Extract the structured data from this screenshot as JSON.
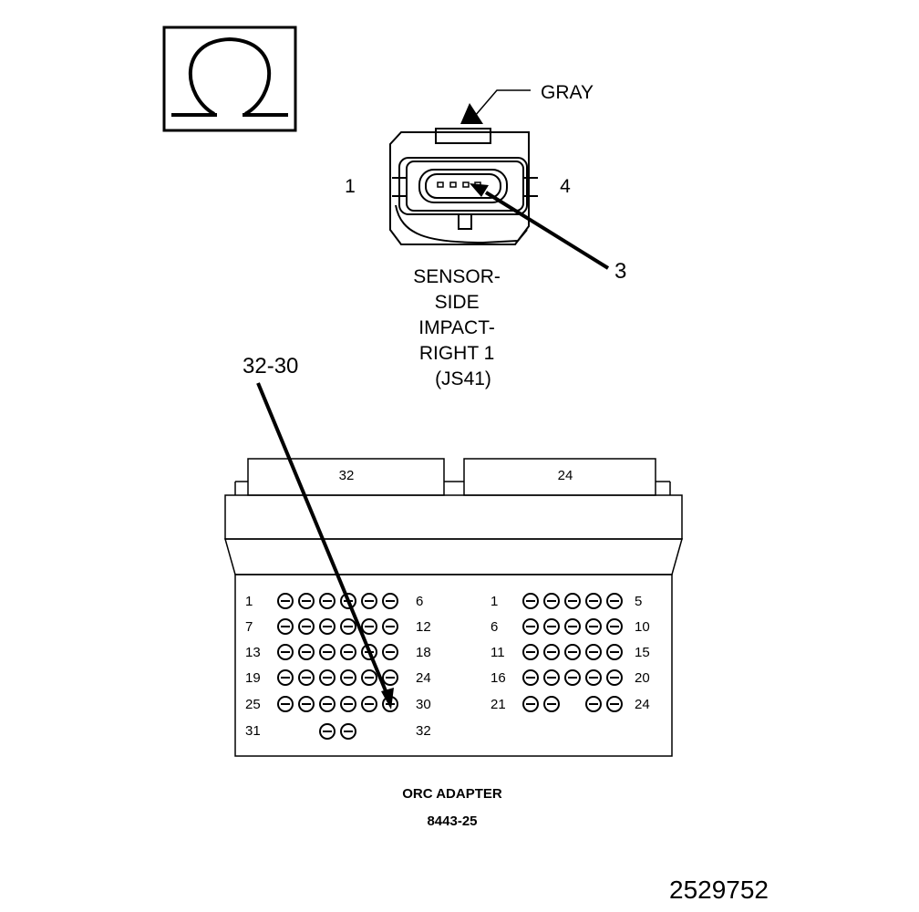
{
  "ohm_symbol": "Ω",
  "wire_color_label": "GRAY",
  "sensor_connector": {
    "left_pin_label": "1",
    "right_pin_label": "4",
    "callout_pin": "3",
    "name_lines": [
      "SENSOR-",
      "SIDE",
      "IMPACT-",
      "RIGHT 1",
      "(JS41)"
    ]
  },
  "adapter_callout": "32-30",
  "adapter": {
    "left_header_label": "32",
    "right_header_label": "24",
    "left_block": {
      "rows": [
        {
          "start": "1",
          "end": "6",
          "pins": 6
        },
        {
          "start": "7",
          "end": "12",
          "pins": 6
        },
        {
          "start": "13",
          "end": "18",
          "pins": 6
        },
        {
          "start": "19",
          "end": "24",
          "pins": 6
        },
        {
          "start": "25",
          "end": "30",
          "pins": 6
        },
        {
          "start": "31",
          "end": "32",
          "pins": 2
        }
      ]
    },
    "right_block": {
      "rows": [
        {
          "start": "1",
          "end": "5",
          "pins": 5
        },
        {
          "start": "6",
          "end": "10",
          "pins": 5
        },
        {
          "start": "11",
          "end": "15",
          "pins": 5
        },
        {
          "start": "16",
          "end": "20",
          "pins": 5
        },
        {
          "start": "21",
          "end": "24",
          "pins": 4
        }
      ]
    },
    "title": "ORC ADAPTER",
    "part_number": "8443-25"
  },
  "figure_id": "2529752"
}
